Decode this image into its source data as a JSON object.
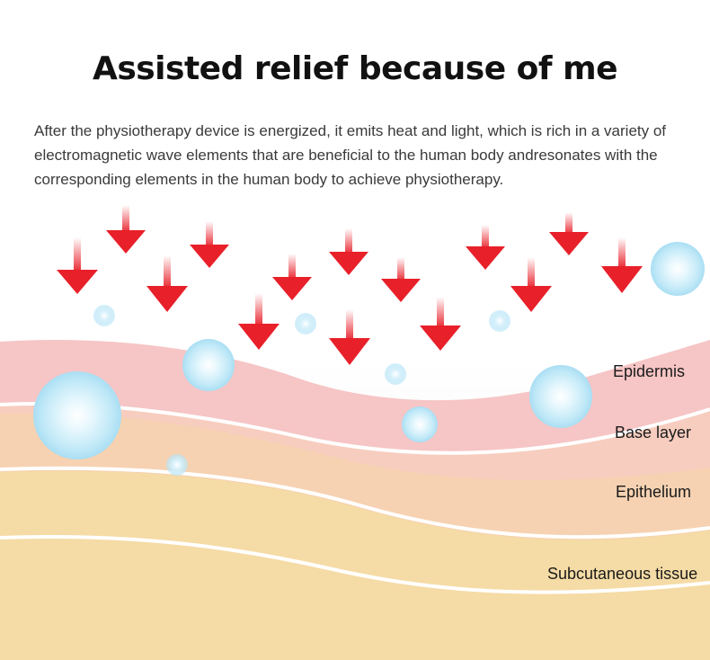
{
  "title": "Assisted relief because of me",
  "description": "After the physiotherapy device is energized, it emits heat and light, which is rich in a variety of electromagnetic wave elements that are beneficial to the human body andresonates with the corresponding elements in the human body to achieve physiotherapy.",
  "layers": {
    "epidermis": "Epidermis",
    "base_layer": "Base layer",
    "epithelium": "Epithelium",
    "subcutaneous": "Subcutaneous tissue"
  },
  "colors": {
    "arrow": "#e8202a",
    "epidermis": "#f6c3c3",
    "base_layer": "#f7cbbf",
    "epithelium": "#f6d3b0",
    "subcutaneous": "#f6dba3",
    "bubble": "#c8ecf8"
  },
  "icons": {
    "arrow": "down-arrow-icon",
    "bubble": "bubble-icon"
  }
}
